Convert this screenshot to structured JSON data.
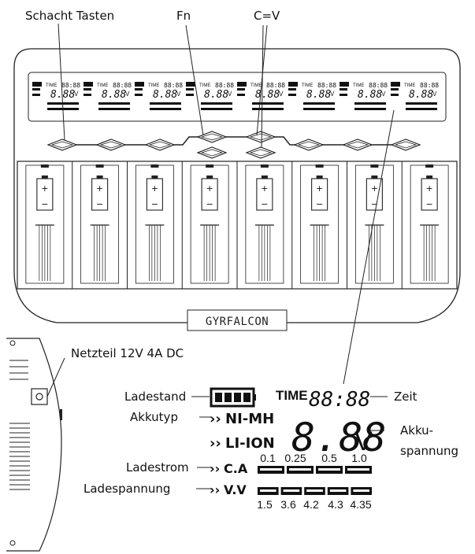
{
  "labels": {
    "schacht_tasten": "Schacht Tasten",
    "fn": "Fn",
    "c_eq_v": "C=V",
    "netzteil": "Netzteil 12V 4A DC",
    "ladestand": "Ladestand",
    "akkutyp": "Akkutyp",
    "ladestrom": "Ladestrom",
    "ladespannung": "Ladespannung",
    "zeit": "Zeit",
    "akkuspannung_line1": "Akku-",
    "akkuspannung_line2": "spannung"
  },
  "device": {
    "brand": "GYRFALCON",
    "slot_count": 8,
    "slot_plus": "+",
    "slot_minus": "−"
  },
  "lcd": {
    "time_label": "TIME",
    "time_value": "88:88",
    "chem_nimh": "NI-MH",
    "chem_liion": "LI-ION",
    "voltage_value": "8.88",
    "voltage_unit": "V",
    "ca_label": "C.A",
    "vv_label": "V.V",
    "current_ticks": [
      "0.1",
      "0.25",
      "0.5",
      "1.0"
    ],
    "voltage_ticks": [
      "1.5",
      "3.6",
      "4.2",
      "4.3",
      "4.35"
    ]
  }
}
